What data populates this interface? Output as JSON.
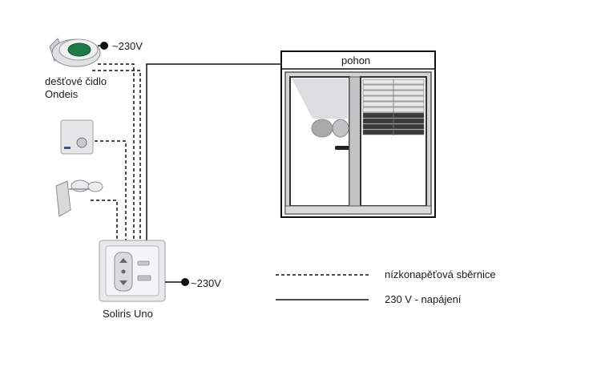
{
  "rain_sensor": {
    "voltage": "~230V",
    "label_line1": "dešťové čidlo",
    "label_line2": "Ondeis"
  },
  "controller": {
    "label": "Soliris Uno",
    "voltage": "~230V"
  },
  "motor": {
    "label": "pohon"
  },
  "legend": {
    "dashed_label": "nízkonapěťová sběrnice",
    "solid_label": "230 V - napájení"
  }
}
